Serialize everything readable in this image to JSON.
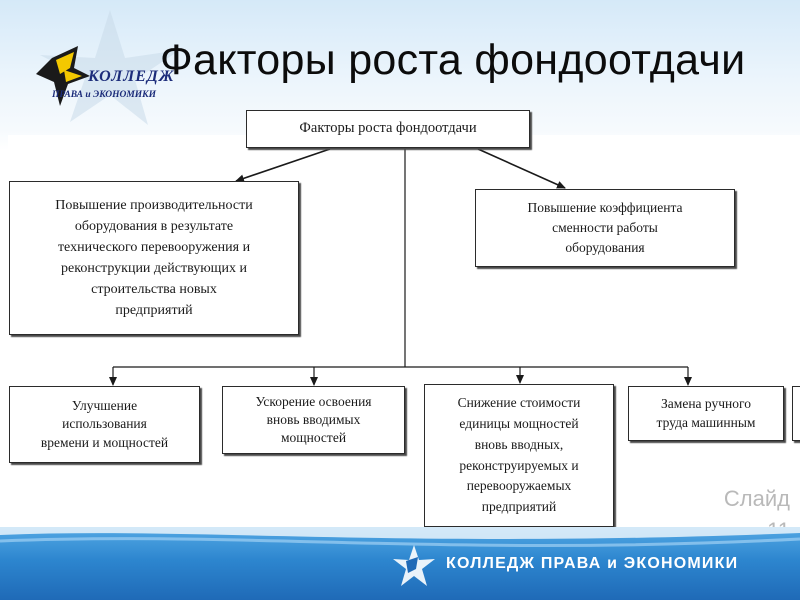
{
  "logo": {
    "title": "КОЛЛЕДЖ",
    "subtitle": "ПРАВА и ЭКОНОМИКИ"
  },
  "slide_title": "Факторы роста фондоотдачи",
  "diagram": {
    "root": "Факторы роста фондоотдачи",
    "left_branch": [
      "Повышение производительности",
      "оборудования в результате",
      "технического перевооружения и",
      "реконструкции действующих и",
      "строительства новых",
      "предприятий"
    ],
    "right_branch": [
      "Повышение коэффициента",
      "сменности работы",
      "оборудования"
    ],
    "sub_items": [
      [
        "Улучшение",
        "использования",
        "времени и мощностей"
      ],
      [
        "Ускорение освоения",
        "вновь вводимых",
        "мощностей"
      ],
      [
        "Снижение стоимости",
        "единицы мощностей",
        "вновь вводных,",
        "реконструируемых и",
        "перевооружаемых",
        "предприятий"
      ],
      [
        "Замена ручного",
        "труда машинным"
      ]
    ]
  },
  "slide_number": {
    "label": "Слайд",
    "value": "11"
  },
  "footer": {
    "text": "КОЛЛЕДЖ ПРАВА и ЭКОНОМИКИ"
  }
}
